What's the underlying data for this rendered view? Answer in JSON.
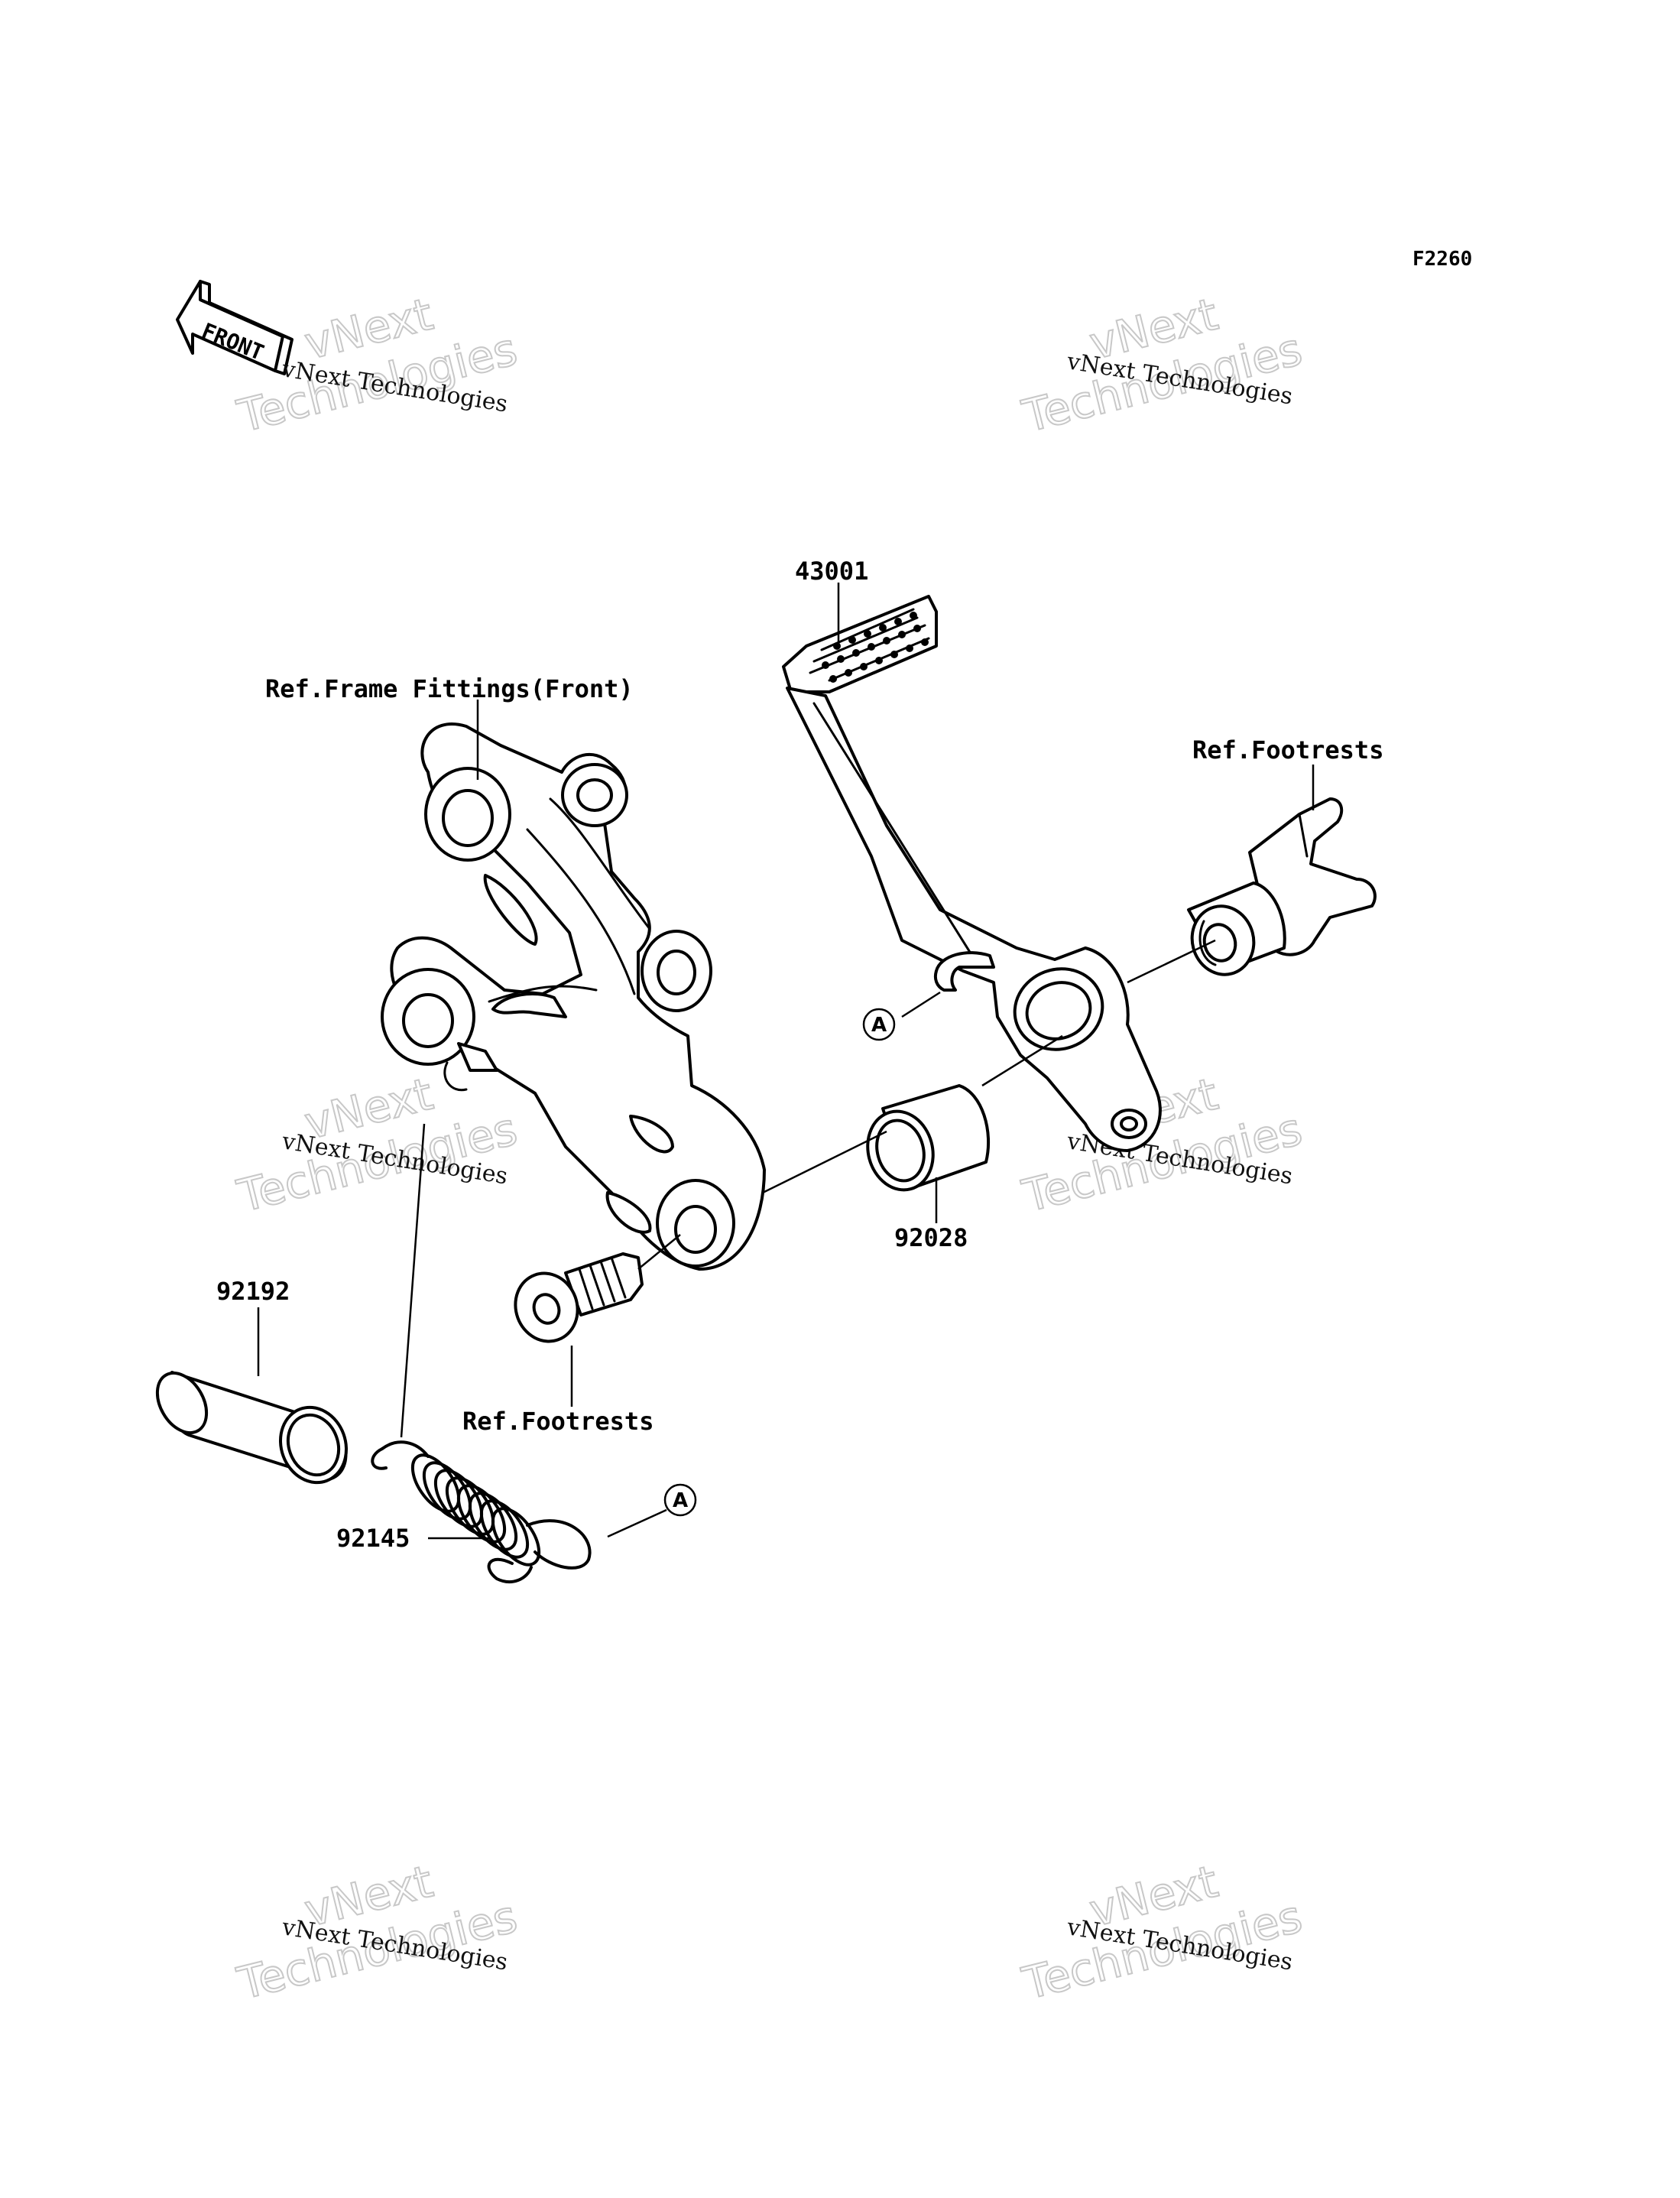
{
  "diagram_code": "F2260",
  "front_arrow_text": "FRONT",
  "watermark": {
    "small_text": "vNext Technologies",
    "big_line1": "vNext",
    "big_line2": "Technologies"
  },
  "callouts": {
    "part_43001": "43001",
    "ref_frame_fittings_front": "Ref.Frame Fittings(Front)",
    "ref_footrests_top": "Ref.Footrests",
    "part_92028": "92028",
    "part_92192": "92192",
    "ref_footrests_bottom": "Ref.Footrests",
    "part_92145": "92145",
    "mark_a_upper": "A",
    "mark_a_lower": "A"
  }
}
